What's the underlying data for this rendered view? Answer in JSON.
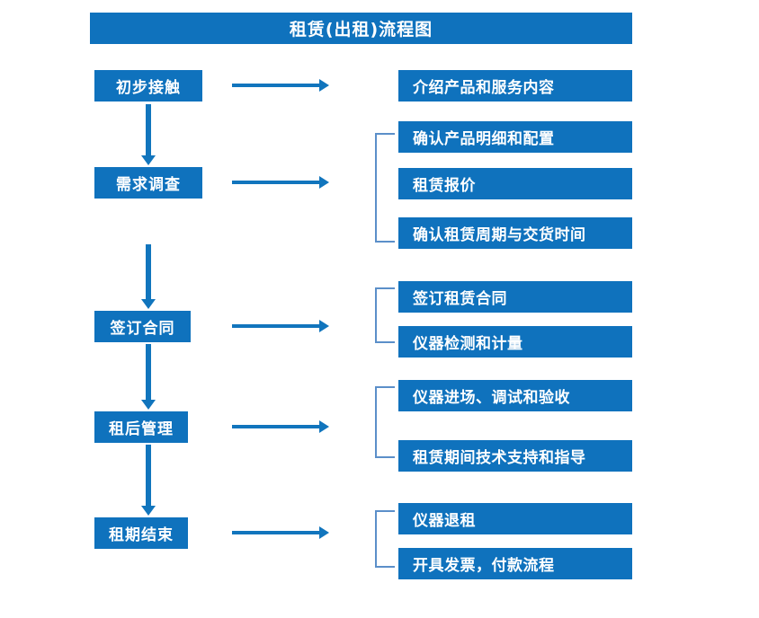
{
  "diagram": {
    "title": "租赁(出租)流程图",
    "accent_color": "#0f72bd",
    "arrow_color": "#1175bd",
    "bracket_color": "#5b8fc9",
    "text_color": "#ffffff",
    "background_color": "#ffffff"
  },
  "stages": [
    {
      "label": "初步接触"
    },
    {
      "label": "需求调查"
    },
    {
      "label": "签订合同"
    },
    {
      "label": "租后管理"
    },
    {
      "label": "租期结束"
    }
  ],
  "details": [
    {
      "label": "介绍产品和服务内容"
    },
    {
      "label": "确认产品明细和配置"
    },
    {
      "label": "租赁报价"
    },
    {
      "label": "确认租赁周期与交货时间"
    },
    {
      "label": "签订租赁合同"
    },
    {
      "label": "仪器检测和计量"
    },
    {
      "label": "仪器进场、调试和验收"
    },
    {
      "label": "租赁期间技术支持和指导"
    },
    {
      "label": "仪器退租"
    },
    {
      "label": "开具发票，付款流程"
    }
  ]
}
